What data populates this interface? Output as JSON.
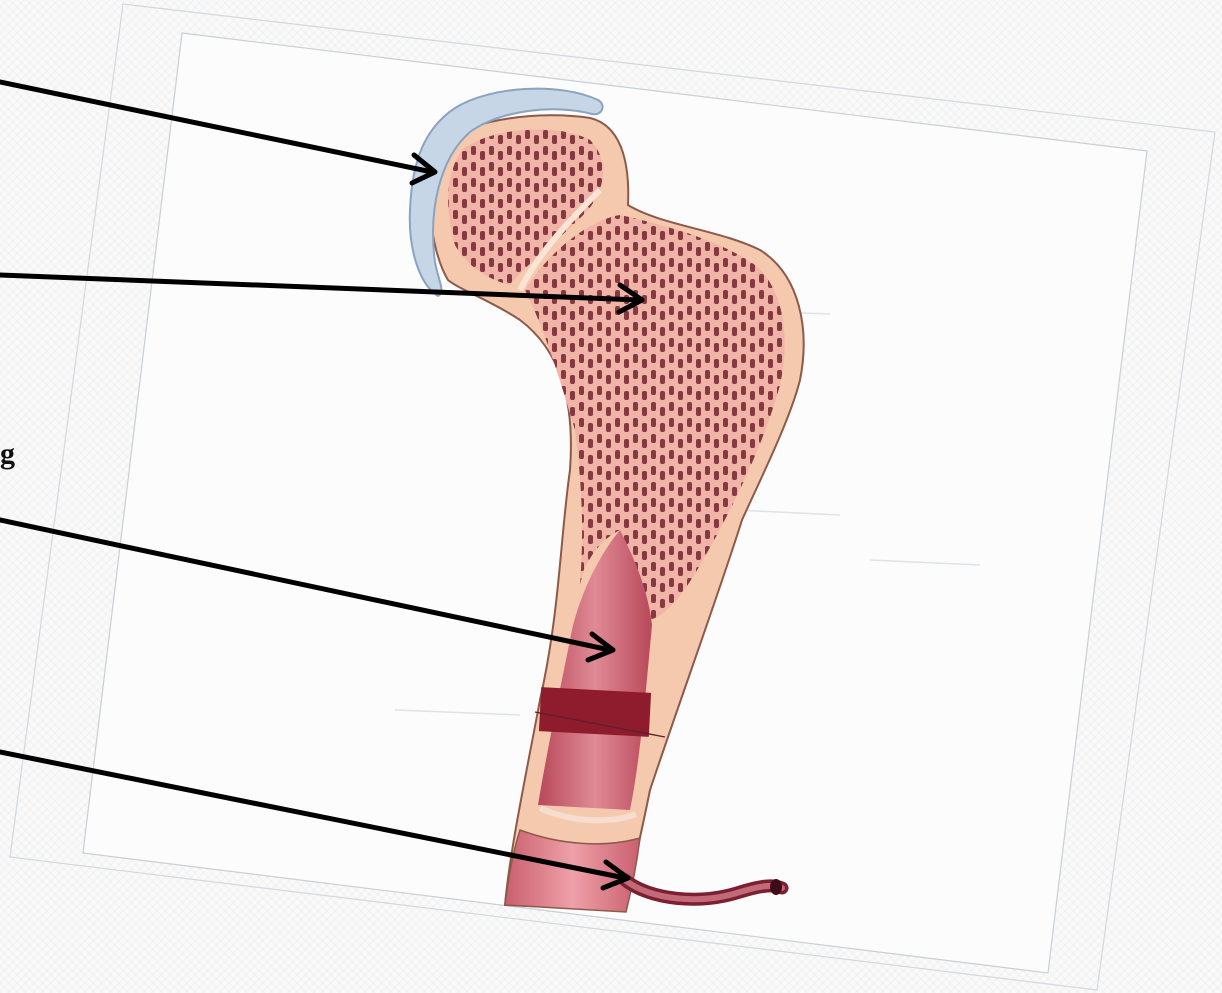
{
  "figure": {
    "background": "#fafafa",
    "card_fill": "#fcfcfc",
    "card_border": "#c8cfd6",
    "bone_fill": "#f4c9ad",
    "bone_outline": "#8c5a4a",
    "cartilage_fill": "#c6d6e6",
    "spongy_fill": "#f1b5a8",
    "trabecula_color": "#7a2b34",
    "cavity_fill": "#c85a6a",
    "marrow_band": "#8e1c2c",
    "vessel_color": "#8a3040",
    "arrow_color": "#000000"
  },
  "labels": {
    "cut_off_text": "g"
  },
  "arrows": [
    {
      "target": "articular-cartilage"
    },
    {
      "target": "spongy-bone"
    },
    {
      "target": "medullary-cavity"
    },
    {
      "target": "nutrient-artery"
    }
  ]
}
